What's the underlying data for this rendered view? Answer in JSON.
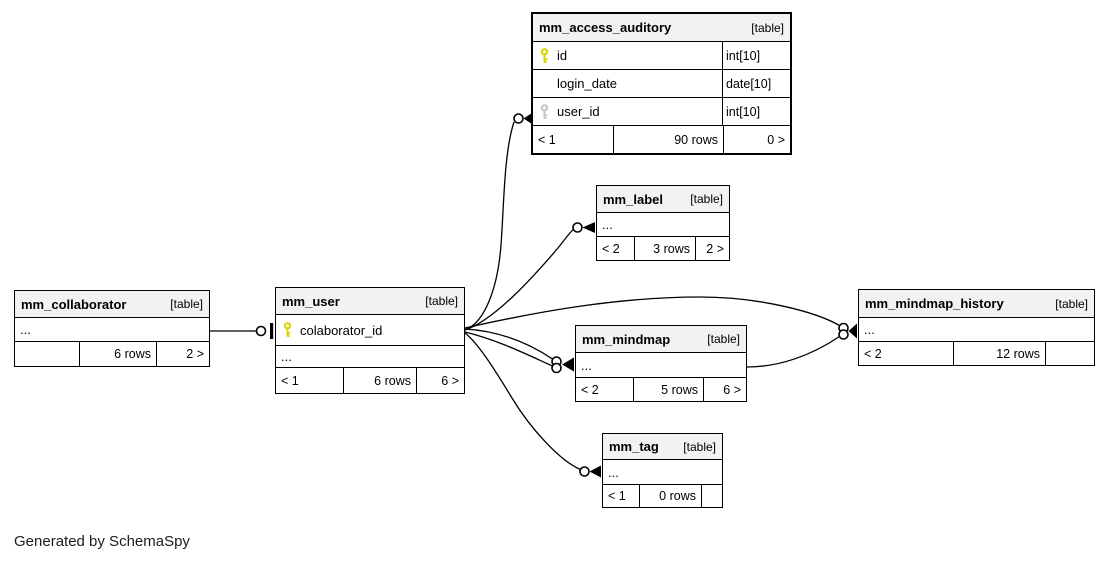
{
  "note": "Generated by SchemaSpy",
  "colors": {
    "primary_key_icon": "#d9d400",
    "secondary_key_icon": "#c6c6c6",
    "header_bg": "#f2f2f2",
    "border": "#000000",
    "line": "#000000"
  },
  "tables": [
    {
      "name": "mm_access_auditory",
      "tag": "[table]",
      "columns": [
        {
          "name": "id",
          "type": "int[10]",
          "key": "primary"
        },
        {
          "name": "login_date",
          "type": "date[10]",
          "key": "none"
        },
        {
          "name": "user_id",
          "type": "int[10]",
          "key": "secondary"
        }
      ],
      "footer": {
        "left": "< 1",
        "center": "90 rows",
        "right": "0 >"
      }
    },
    {
      "name": "mm_label",
      "tag": "[table]",
      "ellipsis": "...",
      "footer": {
        "left": "< 2",
        "center": "3 rows",
        "right": "2 >"
      }
    },
    {
      "name": "mm_collaborator",
      "tag": "[table]",
      "ellipsis": "...",
      "footer": {
        "left": "",
        "center": "6 rows",
        "right": "2 >"
      }
    },
    {
      "name": "mm_user",
      "tag": "[table]",
      "ellipsis": "...",
      "columns": [
        {
          "name": "colaborator_id",
          "key": "primary"
        }
      ],
      "footer": {
        "left": "< 1",
        "center": "6 rows",
        "right": "6 >"
      }
    },
    {
      "name": "mm_mindmap",
      "tag": "[table]",
      "ellipsis": "...",
      "footer": {
        "left": "< 2",
        "center": "5 rows",
        "right": "6 >"
      }
    },
    {
      "name": "mm_mindmap_history",
      "tag": "[table]",
      "ellipsis": "...",
      "footer": {
        "left": "< 2",
        "center": "12 rows",
        "right": ""
      }
    },
    {
      "name": "mm_tag",
      "tag": "[table]",
      "ellipsis": "...",
      "footer": {
        "left": "< 1",
        "center": "0 rows",
        "right": ""
      }
    }
  ],
  "relationships": [
    {
      "from": "mm_collaborator",
      "to": "mm_user"
    },
    {
      "from": "mm_user",
      "to": "mm_access_auditory.user_id"
    },
    {
      "from": "mm_user",
      "to": "mm_label"
    },
    {
      "from": "mm_user",
      "to": "mm_mindmap"
    },
    {
      "from": "mm_user",
      "to": "mm_mindmap"
    },
    {
      "from": "mm_user",
      "to": "mm_mindmap_history"
    },
    {
      "from": "mm_mindmap",
      "to": "mm_mindmap_history"
    },
    {
      "from": "mm_user",
      "to": "mm_tag"
    }
  ]
}
